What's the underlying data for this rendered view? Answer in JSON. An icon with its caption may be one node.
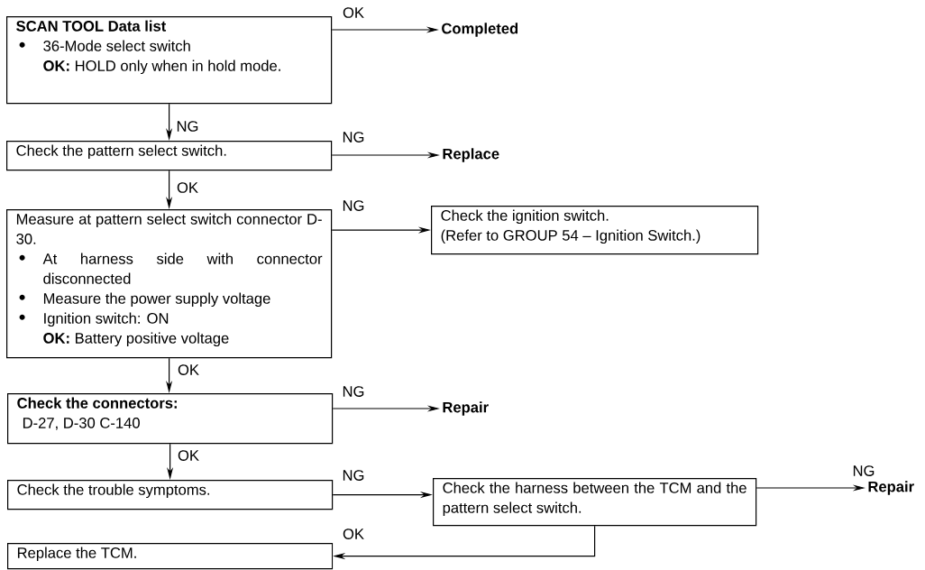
{
  "diagram": {
    "nodes": [
      {
        "text": [
          "SCAN TOOL Data list",
          "36-Mode select switch",
          "**OK:** HOLD only when in hold mode."
        ]
      },
      {
        "text": [
          "Completed"
        ]
      },
      {
        "text": [
          "Check the pattern select switch."
        ]
      },
      {
        "text": [
          "Replace"
        ]
      },
      {
        "text": [
          "Measure at pattern select switch connector D-30.",
          "At harness side with connector disconnected",
          "Measure the power supply voltage",
          "Ignition switch: ON",
          "**OK:** Battery positive voltage"
        ]
      },
      {
        "text": [
          "Check the ignition switch.",
          "(Refer to GROUP 54 – Ignition Switch.)"
        ]
      },
      {
        "text": [
          "Check the connectors:",
          "D-27, D-30 C-140"
        ]
      },
      {
        "text": [
          "Repair"
        ]
      },
      {
        "text": [
          "Check the trouble symptoms."
        ]
      },
      {
        "text": [
          "Check the harness between the TCM and the pattern select switch."
        ]
      },
      {
        "text": [
          "Repair"
        ]
      },
      {
        "text": [
          "Replace the TCM."
        ]
      }
    ],
    "edges": [
      {
        "from": 0,
        "to": 1,
        "arrow": "to",
        "label": "OK"
      },
      {
        "from": 0,
        "to": 2,
        "arrow": "to",
        "label": "NG"
      },
      {
        "from": 2,
        "to": 3,
        "arrow": "to",
        "label": "NG"
      },
      {
        "from": 2,
        "to": 4,
        "arrow": "to",
        "label": "OK"
      },
      {
        "from": 4,
        "to": 5,
        "arrow": "to",
        "label": "NG"
      },
      {
        "from": 4,
        "to": 6,
        "arrow": "to",
        "label": "OK"
      },
      {
        "from": 6,
        "to": 7,
        "arrow": "to",
        "label": "NG"
      },
      {
        "from": 6,
        "to": 8,
        "arrow": "to",
        "label": "OK"
      },
      {
        "from": 8,
        "to": 9,
        "arrow": "to",
        "label": "NG"
      },
      {
        "from": 9,
        "to": 10,
        "arrow": "to",
        "label": "NG"
      },
      {
        "from": 9,
        "to": 11,
        "arrow": "to",
        "label": "OK"
      }
    ]
  }
}
